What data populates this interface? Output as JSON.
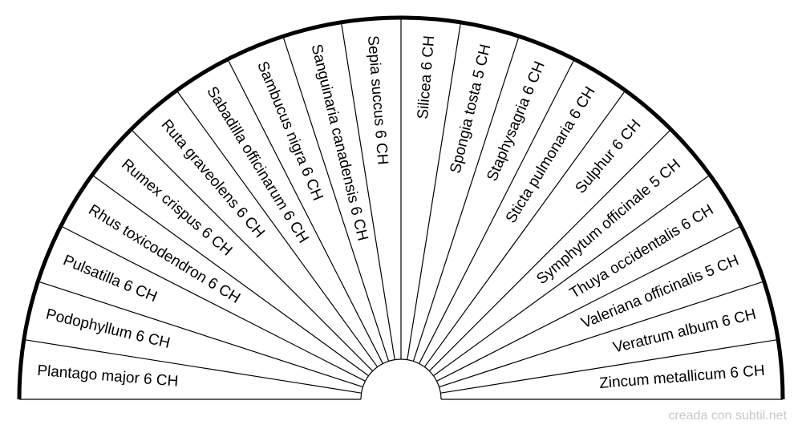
{
  "chart_data": {
    "type": "radial-pendulum-chart",
    "segments": [
      "Plantago major 6 CH",
      "Podophyllum 6 CH",
      "Pulsatilla 6 CH",
      "Rhus toxicodendron 6 CH",
      "Rumex crispus 6 CH",
      "Ruta graveolens 6 CH",
      "Sabadilla officinarum 6 CH",
      "Sambucus nigra 6 CH",
      "Sanguinaria canadensis 6 CH",
      "Sepia succus 6 CH",
      "Silicea 6 CH",
      "Spongia tosta 5 CH",
      "Staphysagria 6 CH",
      "Sticta pulmonaria 6 CH",
      "Sulphur 6 CH",
      "Symphytum officinale 5 CH",
      "Thuya occidentalis 6 CH",
      "Valeriana officinalis 5 CH",
      "Veratrum album 6 CH",
      "Zincum metallicum 6 CH"
    ]
  },
  "footer": {
    "credit": "creada con subtil.net"
  },
  "colors": {
    "line": "#000000",
    "background": "#ffffff",
    "credit": "#c8c8c8"
  }
}
